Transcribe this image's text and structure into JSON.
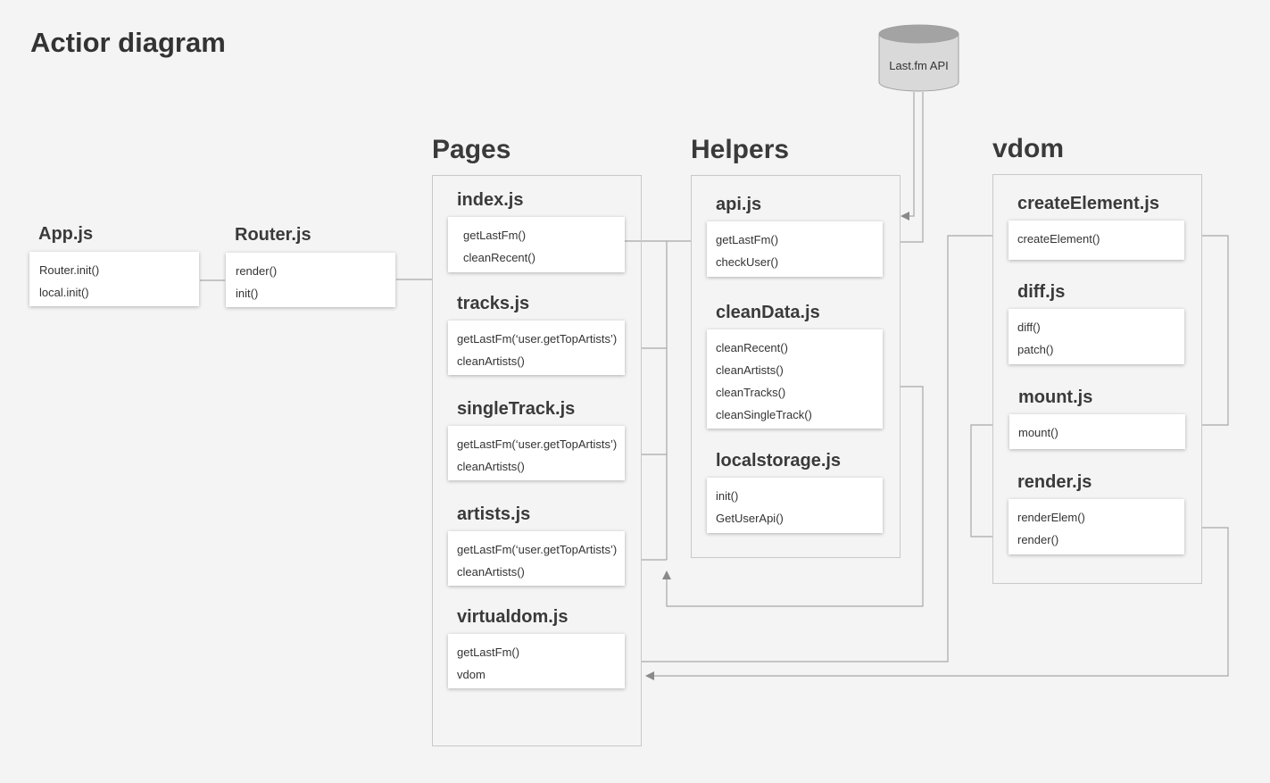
{
  "title": "Actior diagram",
  "external": {
    "label": "Last.fm API",
    "icon": "database-cylinder-icon"
  },
  "groups": {
    "pages": "Pages",
    "helpers": "Helpers",
    "vdom": "vdom"
  },
  "app": {
    "title": "App.js",
    "functions": [
      "Router.init()",
      "local.init()"
    ]
  },
  "router": {
    "title": "Router.js",
    "functions": [
      "render()",
      "init()"
    ]
  },
  "pages": [
    {
      "title": "index.js",
      "functions": [
        "getLastFm()",
        "cleanRecent()"
      ]
    },
    {
      "title": "tracks.js",
      "functions": [
        "getLastFm(‘user.getTopArtists’)",
        "cleanArtists()"
      ]
    },
    {
      "title": "singleTrack.js",
      "functions": [
        "getLastFm(‘user.getTopArtists’)",
        "cleanArtists()"
      ]
    },
    {
      "title": "artists.js",
      "functions": [
        "getLastFm(‘user.getTopArtists’)",
        "cleanArtists()"
      ]
    },
    {
      "title": "virtualdom.js",
      "functions": [
        "getLastFm()",
        "vdom"
      ]
    }
  ],
  "helpers": [
    {
      "title": "api.js",
      "functions": [
        "getLastFm()",
        "checkUser()"
      ]
    },
    {
      "title": "cleanData.js",
      "functions": [
        "cleanRecent()",
        "cleanArtists()",
        "cleanTracks()",
        "cleanSingleTrack()"
      ]
    },
    {
      "title": "localstorage.js",
      "functions": [
        "init()",
        "GetUserApi()"
      ]
    }
  ],
  "vdom": [
    {
      "title": "createElement.js",
      "functions": [
        "createElement()"
      ]
    },
    {
      "title": "diff.js",
      "functions": [
        "diff()",
        "patch()"
      ]
    },
    {
      "title": "mount.js",
      "functions": [
        "mount()"
      ]
    },
    {
      "title": "render.js",
      "functions": [
        "renderElem()",
        "render()"
      ]
    }
  ],
  "colors": {
    "background": "#f4f4f4",
    "line": "#a8a8a8",
    "border": "#c8c8c8",
    "text": "#333333",
    "db_fill": "#d9d9d9",
    "db_top": "#a3a3a3"
  }
}
